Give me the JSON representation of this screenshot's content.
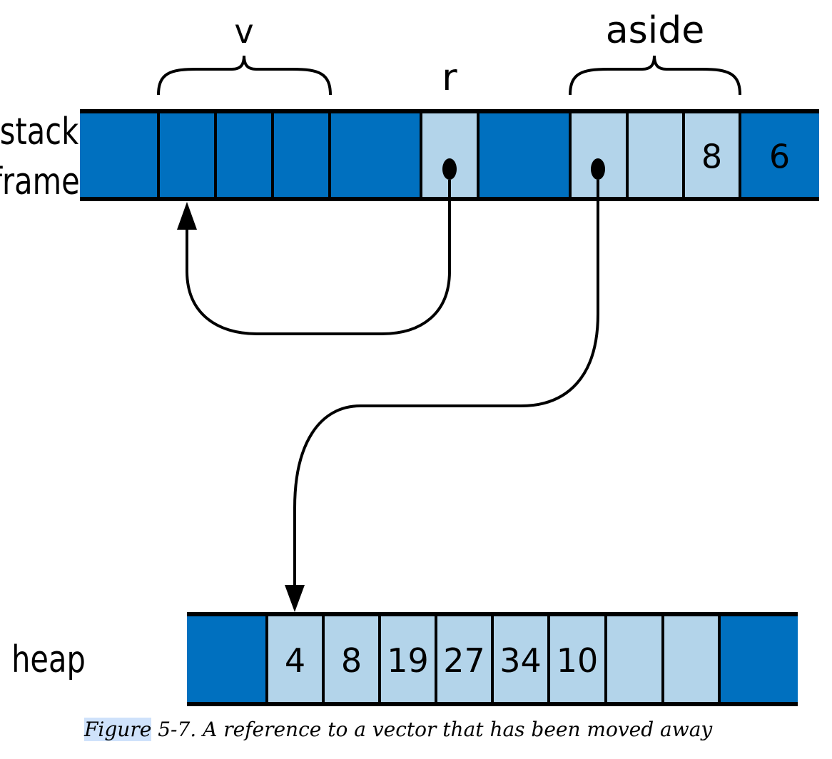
{
  "labels": {
    "stack_line1": "stack",
    "stack_line2": "frame",
    "heap": "heap",
    "v": "v",
    "r": "r",
    "aside": "aside"
  },
  "stack_cells": [
    "",
    "",
    "",
    "",
    "",
    "",
    "",
    "",
    "",
    "8",
    "6",
    ""
  ],
  "heap_cells": [
    "",
    "4",
    "8",
    "19",
    "27",
    "34",
    "10",
    "",
    "",
    ""
  ],
  "caption": {
    "figure_word": "Figure",
    "rest": " 5-7. A reference to a vector that has been moved away"
  },
  "colors": {
    "dark_blue": "#0070bf",
    "light_blue": "#b3d4ea",
    "stroke": "#000000",
    "caption_highlight": "#cfe2fb"
  }
}
